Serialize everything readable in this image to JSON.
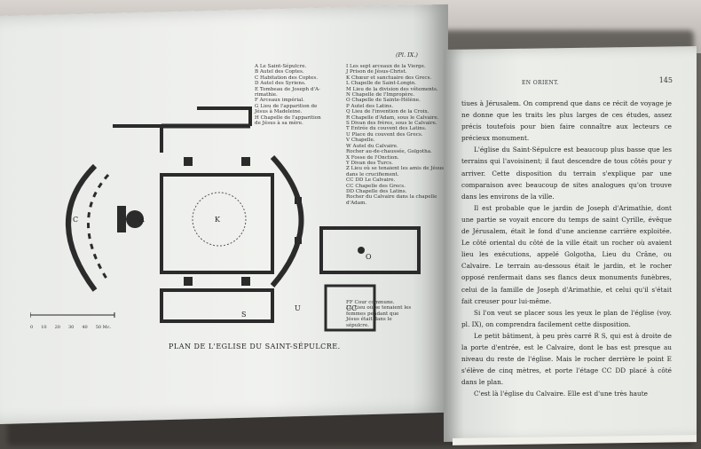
{
  "plate_ref": "(Pl. IX.)",
  "caption": "PLAN DE L'EGLISE DU SAINT-SÉPULCRE.",
  "scale_labels": [
    "0",
    "10",
    "20",
    "30",
    "40",
    "50 Mc."
  ],
  "legend_col1": [
    "A Le Saint-Sépulcre.",
    "B Autel des Coptes.",
    "C Habitation des Coptes.",
    "D Autel des Syriens.",
    "E Tombeau de Joseph d'A-",
    "   rimathie.",
    "F Arceaux impérial.",
    "G Lieu de l'apparition de",
    "   Jésus à Madeleine.",
    "H Chapelle de l'apparition",
    "   de Jésus à sa mère."
  ],
  "legend_col2": [
    "I Les sept arceaux de la Vierge.",
    "J Prison de Jésus-Christ.",
    "K Chœur et sanctuaire des Grecs.",
    "L Chapelle de Saint-Longin.",
    "M Lieu de la division des vêtements.",
    "N Chapelle de l'Impropère.",
    "O Chapelle de Sainte-Hélène.",
    "P Autel des Latins.",
    "Q Lieu de l'invention de la Croix.",
    "R Chapelle d'Adam, sous le Calvaire.",
    "S Divan des frères, sous le Calvaire.",
    "T Entrée du couvent des Latins.",
    "U Place du couvent des Grecs.",
    "V Chapelle.",
    "W Autel du Calvaire.",
    "   Rocher au-de-chaussée, Golgotha.",
    "X Fosse de l'Onction.",
    "Y Divan des Turcs.",
    "Z Lieu où se tenaient les amis de Jésus",
    "   dans le crucifiement.",
    "CC DD Le Calvaire.",
    "CC Chapelle des Grecs.",
    "DD Chapelle des Latins.",
    "   Rocher du Calvaire dans la chapelle",
    "   d'Adam."
  ],
  "notes": [
    "FF Cour commune.",
    "LL Lieu où se tenaient les",
    "   femmes pendant que",
    "   Jésus était dans le",
    "   sépulcre."
  ],
  "right_page": {
    "running_head": "EN ORIENT.",
    "page_number": "145",
    "paragraphs": [
      "tiues à Jérusalem. On comprend que dans ce récit de voyage je ne donne que les traits les plus larges de ces études, assez précis toutefois pour bien faire connaître aux lecteurs ce précieux monument.",
      "L'église du Saint-Sépulcre est beaucoup plus basse que les terrains qui l'avoisinent; il faut descendre de tous côtés pour y arriver. Cette disposition du terrain s'explique par une comparaison avec beaucoup de sites analogues qu'on trouve dans les environs de la ville.",
      "Il est probable que le jardin de Joseph d'Arimathie, dont une partie se voyait encore du temps de saint Cyrille, évêque de Jérusalem, était le fond d'une ancienne carrière exploitée. Le côté oriental du côté de la ville était un rocher où avaient lieu les exécutions, appelé Golgotha, Lieu du Crâne, ou Calvaire. Le terrain au-dessous était le jardin, et le rocher opposé renfermait dans ses flancs deux monuments funèbres, celui de la famille de Joseph d'Arimathie, et celui qu'il s'était fait creuser pour lui-même.",
      "Si l'on veut se placer sous les yeux le plan de l'église (voy. pl. IX), on comprendra facilement cette disposition.",
      "Le petit bâtiment, à peu près carré R S, qui est à droite de la porte d'entrée, est le Calvaire, dont le bas est presque au niveau du reste de l'église. Mais le rocher derrière le point E s'élève de cinq mètres, et porte l'étage CC DD placé à côté dans le plan.",
      "C'est là l'église du Calvaire. Elle est d'une très haute"
    ]
  }
}
